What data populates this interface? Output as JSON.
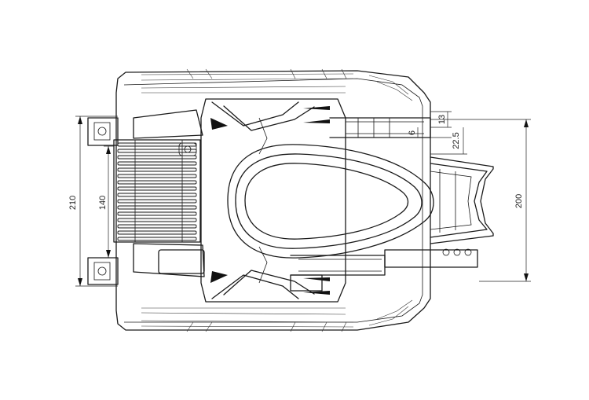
{
  "dimensions": {
    "height_overall": "210",
    "heatsink_height": "140",
    "axle_span": "200",
    "offset_13": "13",
    "offset_6": "6",
    "offset_22_5": "22.5"
  },
  "colors": {
    "line": "#1a1a1a",
    "background": "#ffffff"
  }
}
